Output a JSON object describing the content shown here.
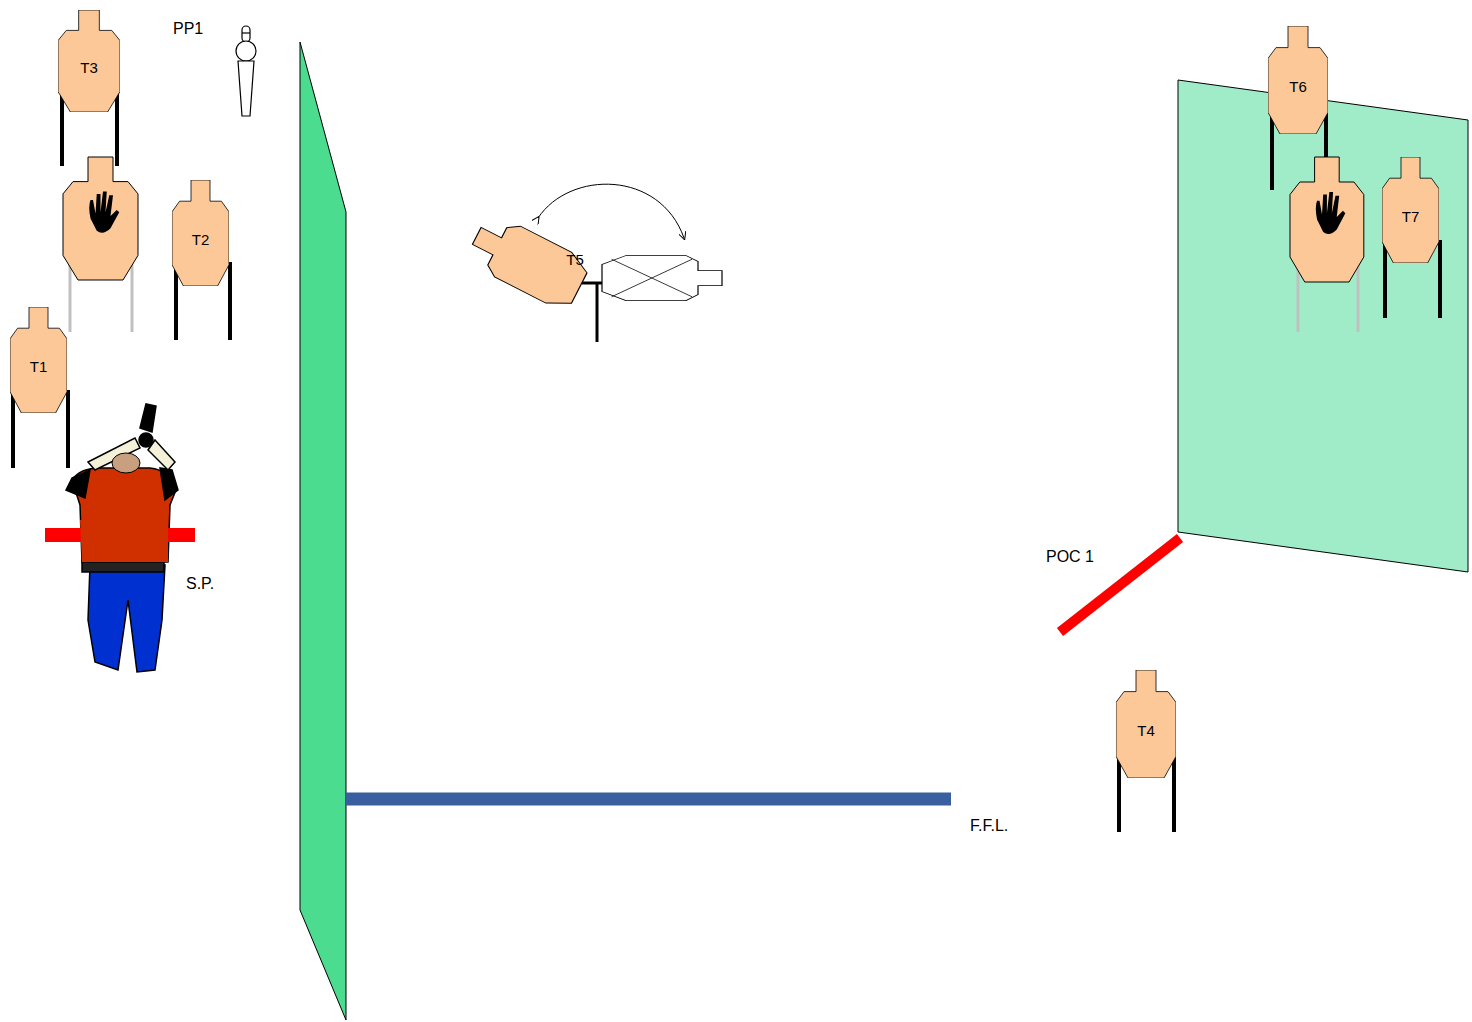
{
  "diagram": {
    "nodes": [
      {
        "text": [
          "T3"
        ]
      },
      {
        "text": [
          "T2"
        ]
      },
      {
        "text": [
          "T1"
        ]
      },
      {
        "text": [
          "T5"
        ]
      },
      {
        "text": [
          "T6"
        ]
      },
      {
        "text": [
          "T7"
        ]
      },
      {
        "text": [
          "T4"
        ]
      }
    ],
    "labels": [
      "PP1",
      "S.P.",
      "F.F.L.",
      "POC 1"
    ]
  }
}
